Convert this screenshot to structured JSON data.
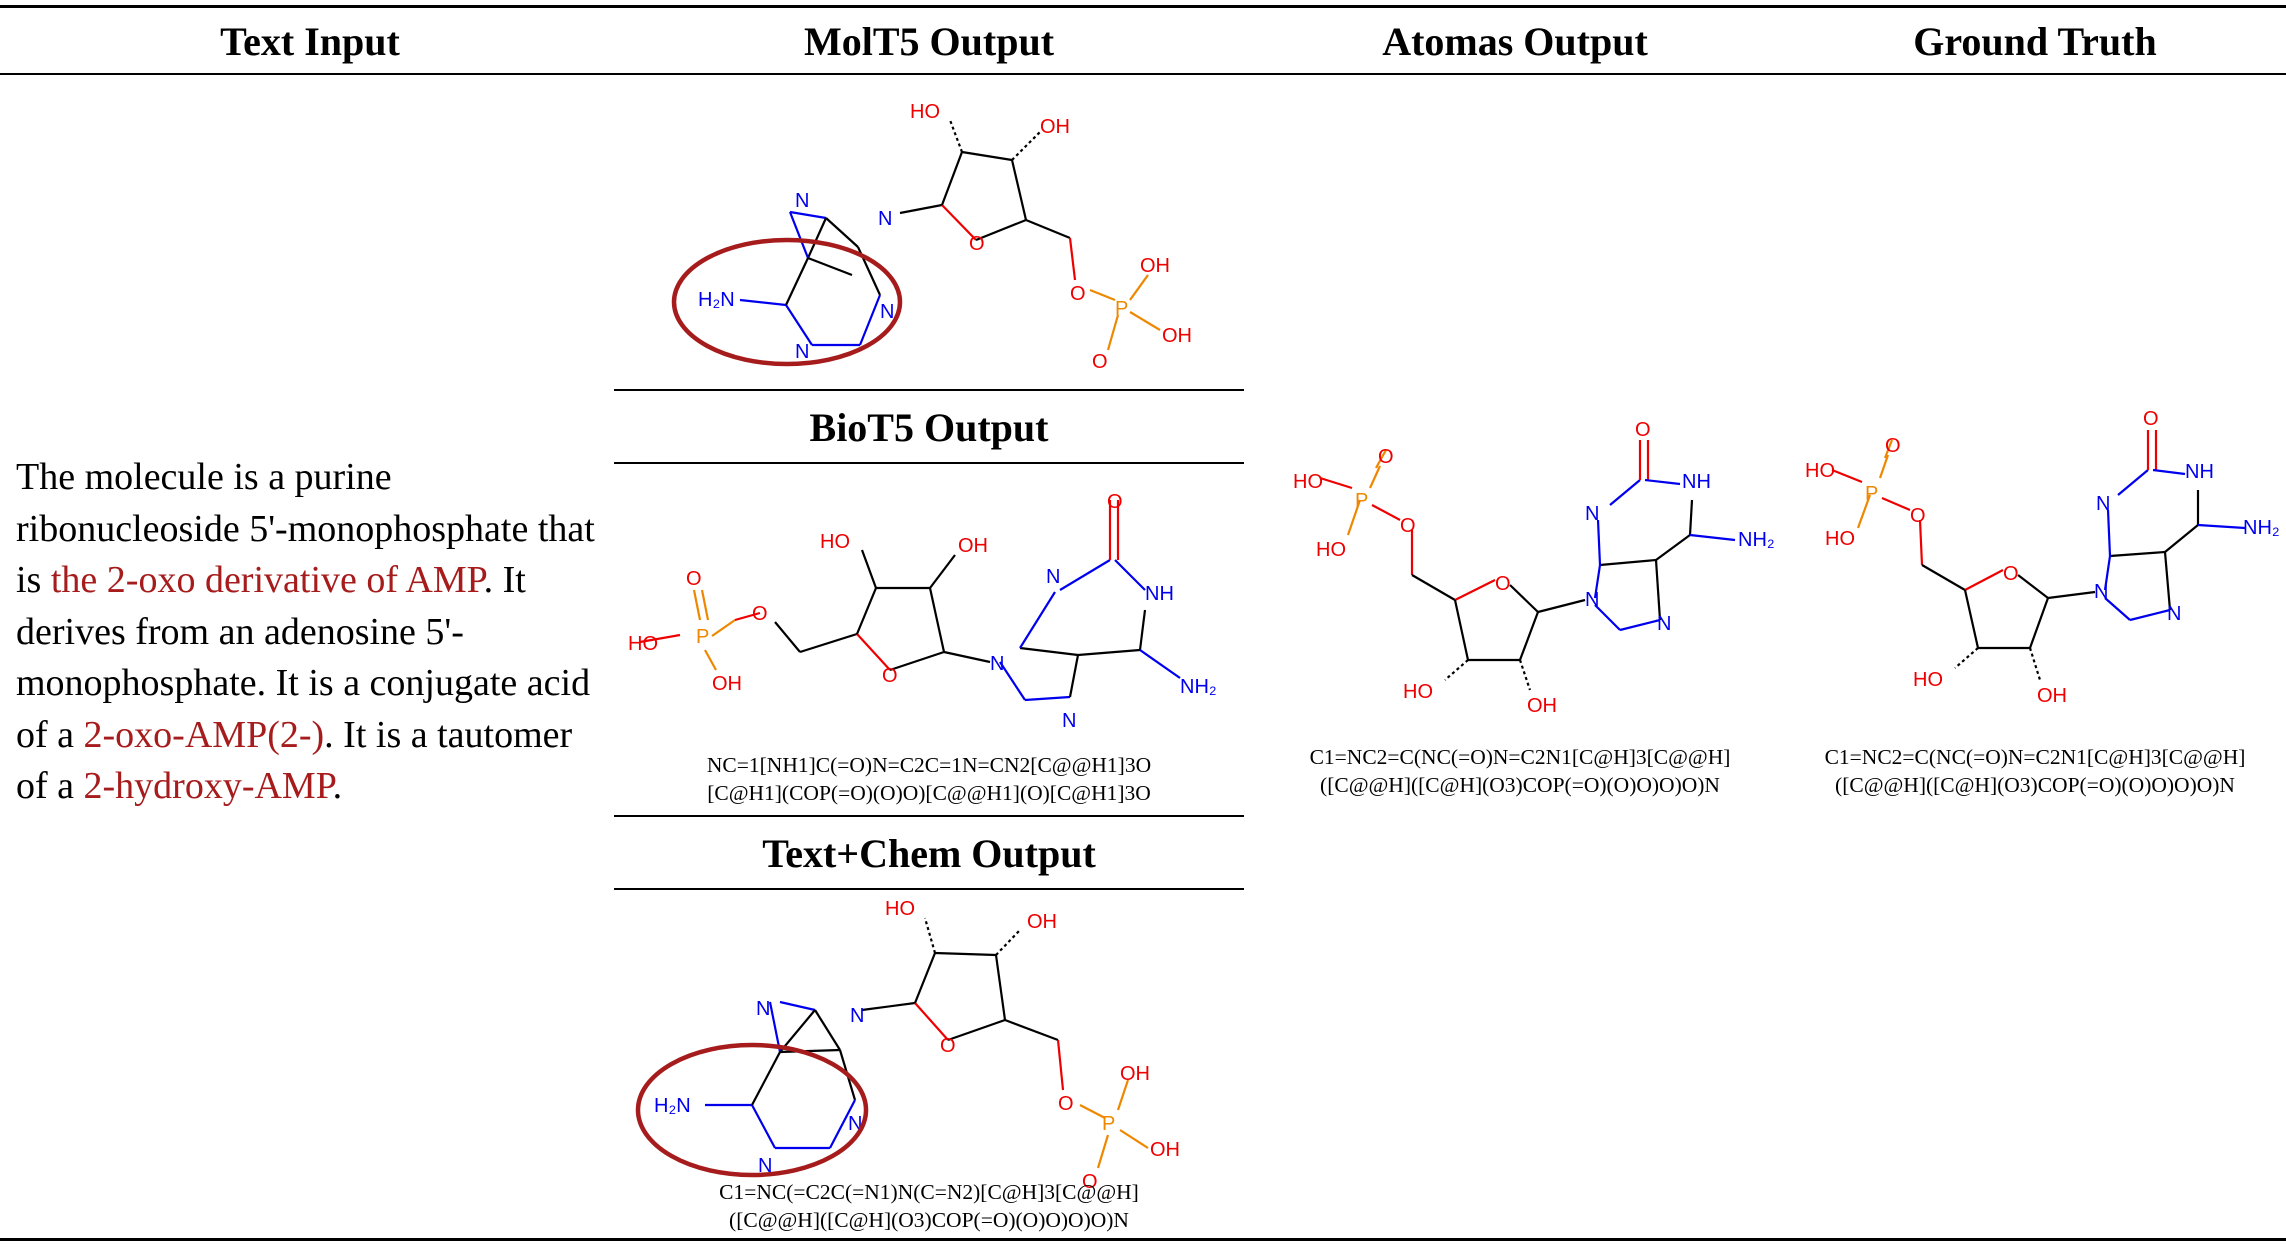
{
  "headers": {
    "text_input": "Text Input",
    "molt5": "MolT5 Output",
    "atomas": "Atomas Output",
    "ground_truth": "Ground Truth"
  },
  "sub_headers": {
    "biot5": "BioT5 Output",
    "text_chem": "Text+Chem Output"
  },
  "text_input": {
    "s1": "The molecule is a purine ribonucleoside 5'-monophosphate that is ",
    "h1": "the 2-oxo derivative of AMP",
    "s2": ". It derives from an adenosine 5'-monophosphate. It is a conjugate acid of a ",
    "h2": "2-oxo-AMP(2-)",
    "s3": ". It is a tautomer of a ",
    "h3": "2-hydroxy-AMP",
    "s4": "."
  },
  "smiles": {
    "biot5_l1": "NC=1[NH1]C(=O)N=C2C=1N=CN2[C@@H1]3O",
    "biot5_l2": "[C@H1](COP(=O)(O)O)[C@@H1](O)[C@H1]3O",
    "textchem_l1": "C1=NC(=C2C(=N1)N(C=N2)[C@H]3[C@@H]",
    "textchem_l2": "([C@@H]([C@H](O3)COP(=O)(O)O)O)O)N",
    "atomas_l1": "C1=NC2=C(NC(=O)N=C2N1[C@H]3[C@@H]",
    "atomas_l2": "([C@@H]([C@H](O3)COP(=O)(O)O)O)O)N",
    "gt_l1": "C1=NC2=C(NC(=O)N=C2N1[C@H]3[C@@H]",
    "gt_l2": "([C@@H]([C@H](O3)COP(=O)(O)O)O)O)N"
  },
  "atom_labels": {
    "OH": "OH",
    "HO": "HO",
    "O": "O",
    "P": "P",
    "N": "N",
    "NH": "NH",
    "H2N": "H₂N",
    "NH2": "NH₂"
  },
  "colors": {
    "nitrogen": "#0000ee",
    "oxygen": "#ee0000",
    "phosphorus": "#ee8800",
    "highlight_text": "#a61c1c",
    "highlight_ellipse": "#a61c1c"
  }
}
